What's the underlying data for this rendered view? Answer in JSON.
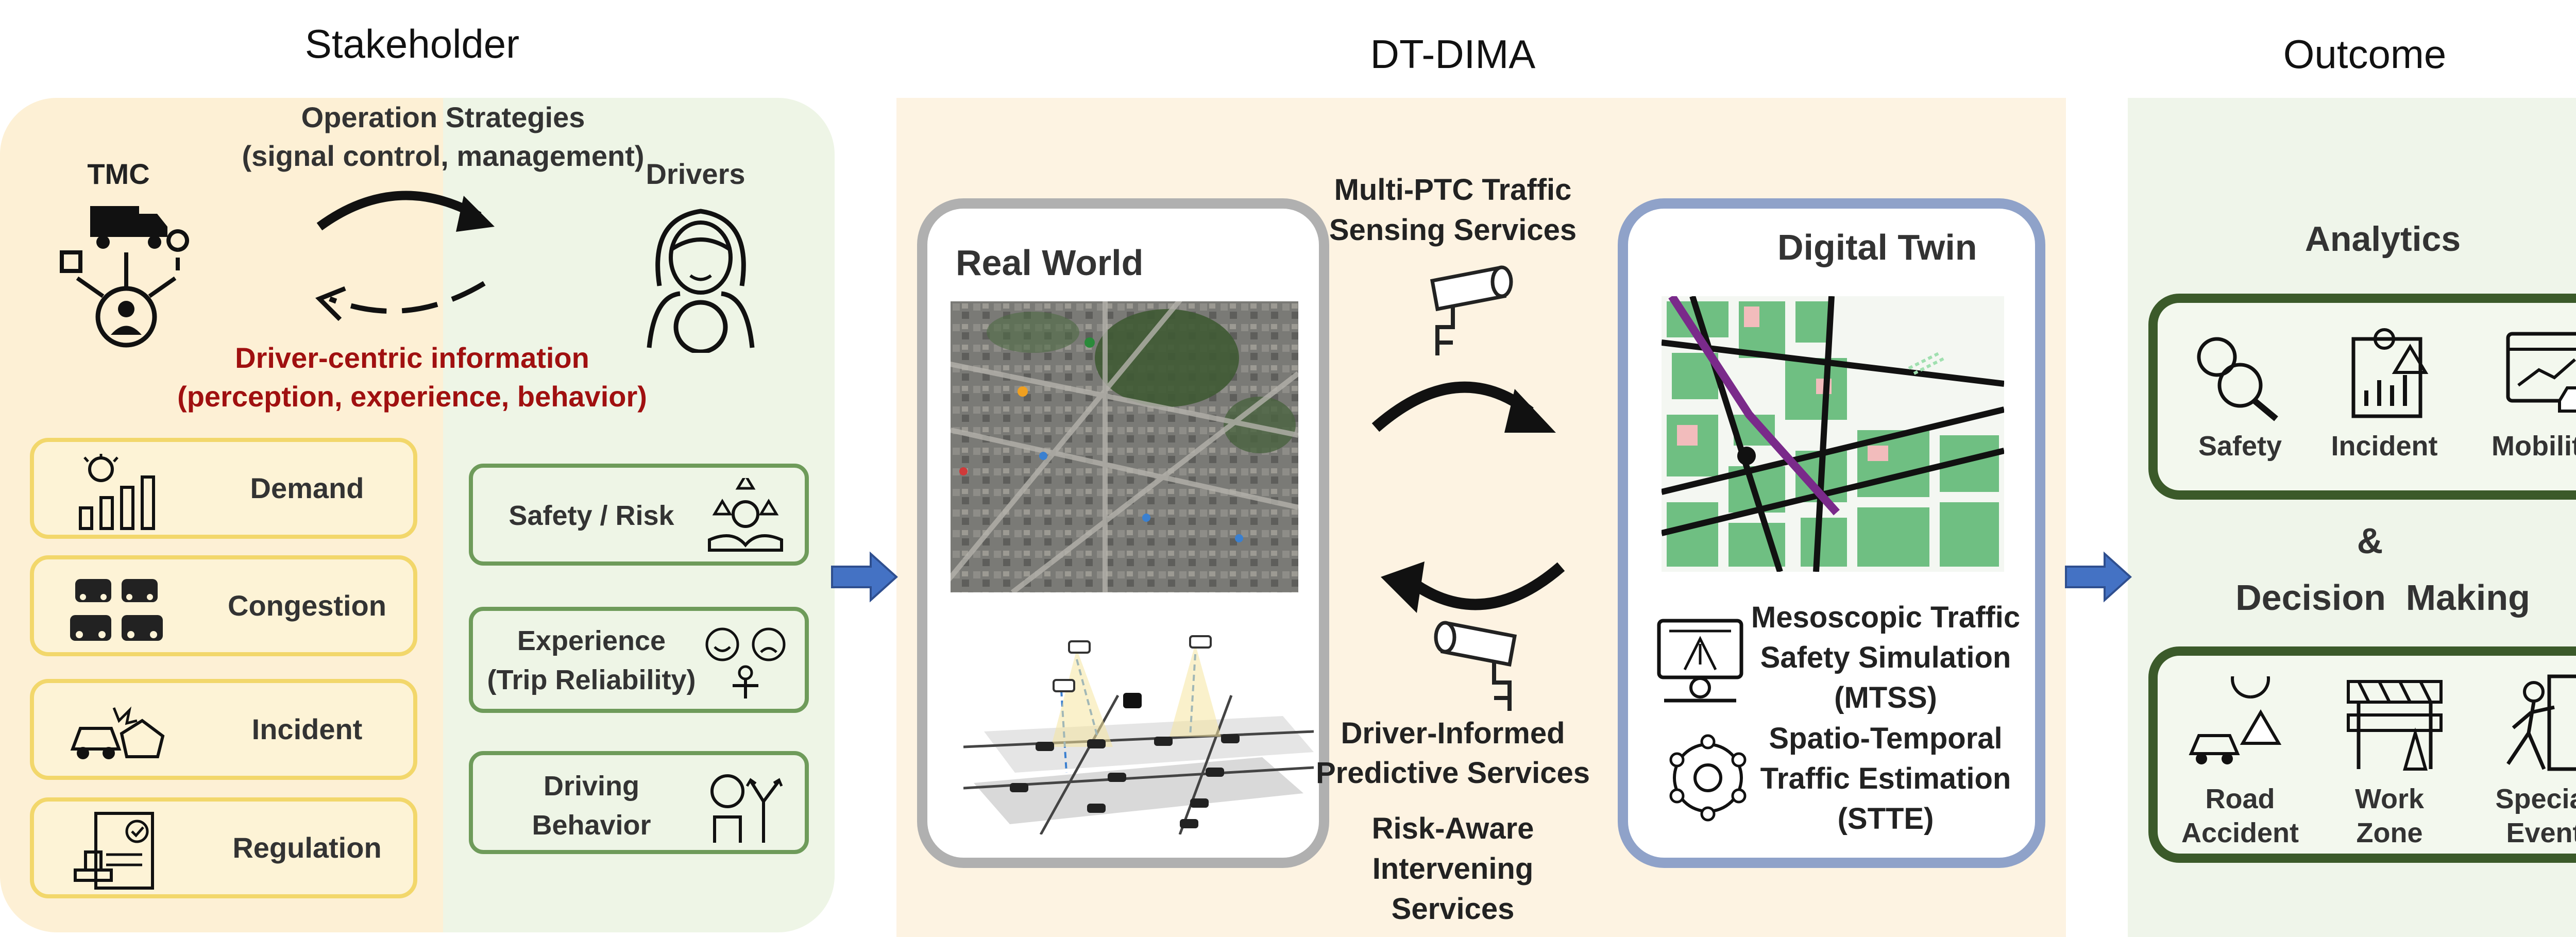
{
  "section_titles": {
    "stakeholder": "Stakeholder",
    "dtdima": "DT-DIMA",
    "outcome": "Outcome"
  },
  "stakeholder": {
    "tmc": "TMC",
    "drivers": "Drivers",
    "operation_strategies": [
      "Operation Strategies",
      "(signal control, management)"
    ],
    "driver_centric": [
      "Driver-centric information",
      "(perception, experience, behavior)"
    ],
    "tmc_items": [
      "Demand",
      "Congestion",
      "Incident",
      "Regulation"
    ],
    "driver_items": {
      "safety": "Safety / Risk",
      "experience": [
        "Experience",
        "(Trip Reliability)"
      ],
      "behavior": [
        "Driving",
        "Behavior"
      ]
    }
  },
  "dtdima": {
    "real_world": "Real World",
    "digital_twin": "Digital Twin",
    "sensing": [
      "Multi-PTC Traffic",
      "Sensing Services"
    ],
    "predictive": [
      "Driver-Informed",
      "Predictive Services"
    ],
    "intervening": [
      "Risk-Aware",
      "Intervening Services"
    ],
    "mtss": [
      "Mesoscopic Traffic",
      "Safety Simulation",
      "(MTSS)"
    ],
    "stte": [
      "Spatio-Temporal",
      "Traffic Estimation",
      "(STTE)"
    ]
  },
  "outcome": {
    "analytics": "Analytics",
    "ampersand": "&",
    "decision": "Decision  Making",
    "analytics_items": [
      "Safety",
      "Incident",
      "Mobility"
    ],
    "decision_items": [
      [
        "Road",
        "Accident"
      ],
      [
        "Work",
        "Zone"
      ],
      [
        "Special",
        "Event"
      ]
    ]
  },
  "colors": {
    "stake_bg": "#fdf0d5",
    "driver_bg": "#eef5e6",
    "dtdima_bg": "#fdf3e2",
    "outcome_bg": "#eff5ea",
    "red_text": "#a01010",
    "blue_arrow": "#4472c4",
    "dt_border": "#8fa2c9",
    "rw_border": "#b0b0b0",
    "dark_green": "#3b5a2a"
  }
}
